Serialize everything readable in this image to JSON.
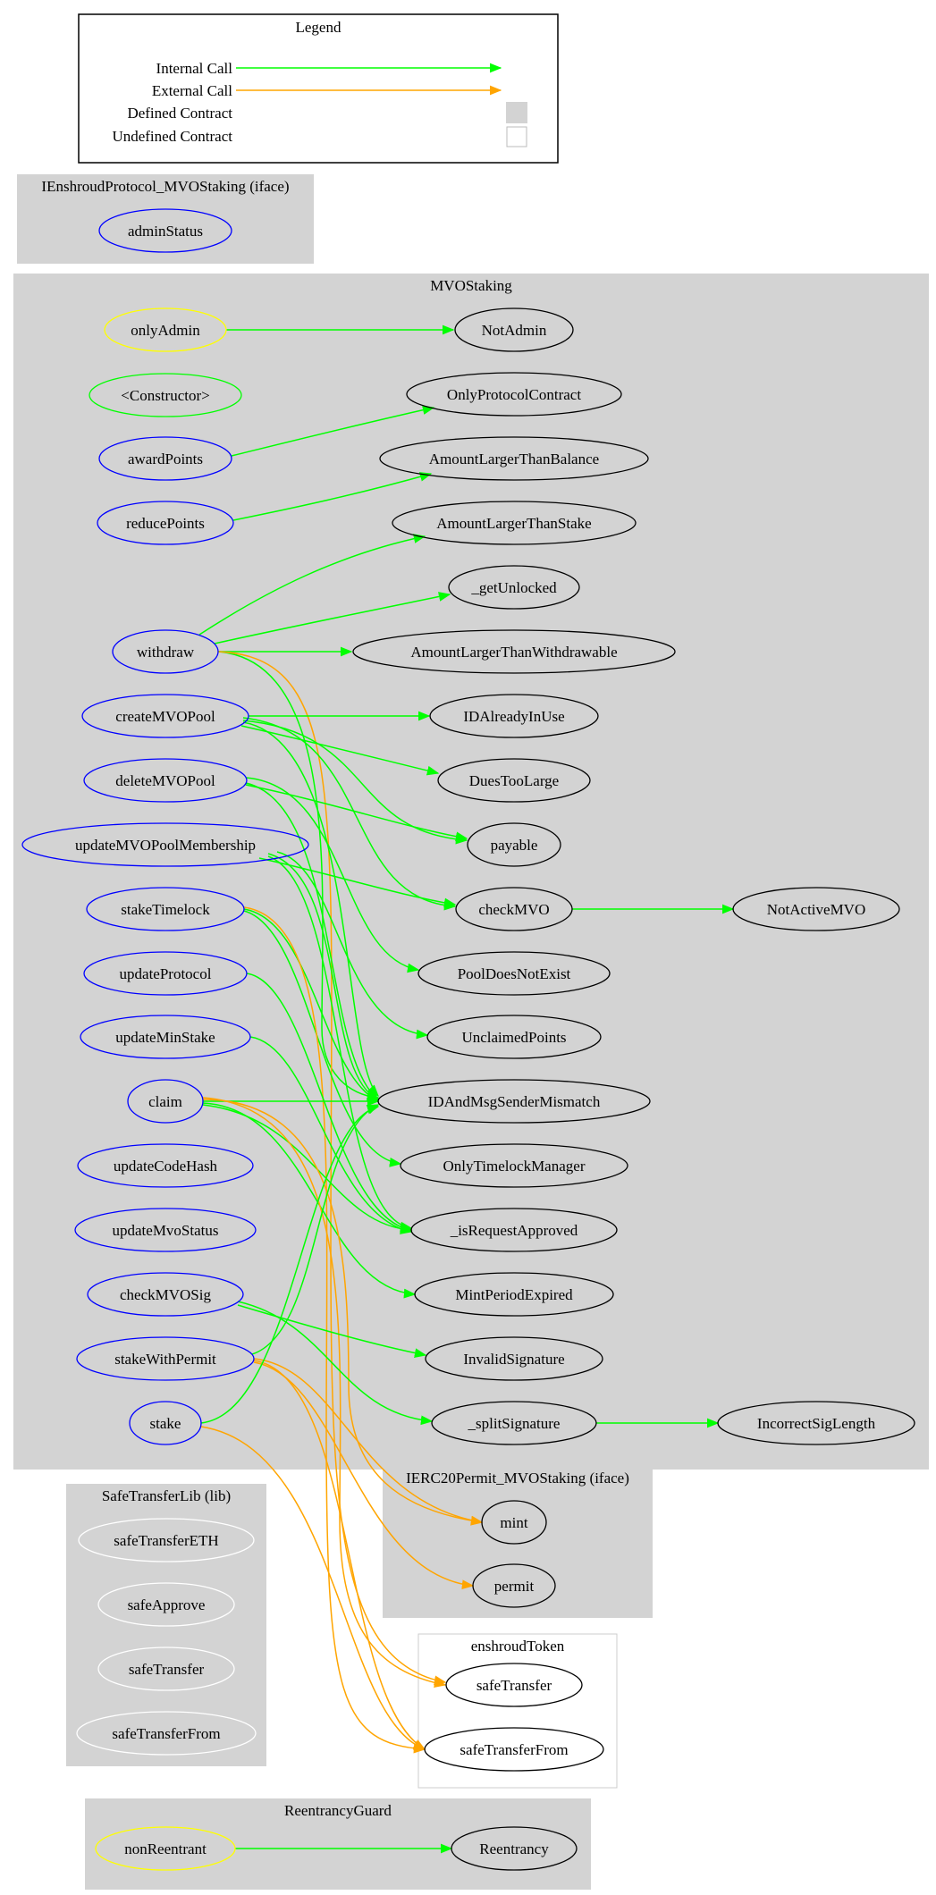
{
  "legend": {
    "title": "Legend",
    "internal_call": "Internal Call",
    "external_call": "External Call",
    "defined_contract": "Defined Contract",
    "undefined_contract": "Undefined Contract"
  },
  "colors": {
    "internal": "#00ff00",
    "external": "#ffa500",
    "public": "#0000ff",
    "modifier": "#ffff00",
    "constructor": "#00ff00",
    "cluster": "#d3d3d3"
  },
  "clusters": {
    "iface_protocol": "IEnshroudProtocol_MVOStaking  (iface)",
    "mvostaking": "MVOStaking",
    "safetransferlib": "SafeTransferLib  (lib)",
    "ierc20permit": "IERC20Permit_MVOStaking  (iface)",
    "enshroudtoken": "enshroudToken",
    "reentrancyguard": "ReentrancyGuard"
  },
  "nodes": {
    "adminStatus": "adminStatus",
    "onlyAdmin": "onlyAdmin",
    "constructor": "<Constructor>",
    "awardPoints": "awardPoints",
    "reducePoints": "reducePoints",
    "withdraw": "withdraw",
    "createMVOPool": "createMVOPool",
    "deleteMVOPool": "deleteMVOPool",
    "updateMVOPoolMembership": "updateMVOPoolMembership",
    "stakeTimelock": "stakeTimelock",
    "updateProtocol": "updateProtocol",
    "updateMinStake": "updateMinStake",
    "claim": "claim",
    "updateCodeHash": "updateCodeHash",
    "updateMvoStatus": "updateMvoStatus",
    "checkMVOSig": "checkMVOSig",
    "stakeWithPermit": "stakeWithPermit",
    "stake": "stake",
    "NotAdmin": "NotAdmin",
    "OnlyProtocolContract": "OnlyProtocolContract",
    "AmountLargerThanBalance": "AmountLargerThanBalance",
    "AmountLargerThanStake": "AmountLargerThanStake",
    "getUnlocked": "_getUnlocked",
    "AmountLargerThanWithdrawable": "AmountLargerThanWithdrawable",
    "IDAlreadyInUse": "IDAlreadyInUse",
    "DuesTooLarge": "DuesTooLarge",
    "payable": "payable",
    "checkMVO": "checkMVO",
    "NotActiveMVO": "NotActiveMVO",
    "PoolDoesNotExist": "PoolDoesNotExist",
    "UnclaimedPoints": "UnclaimedPoints",
    "IDAndMsgSenderMismatch": "IDAndMsgSenderMismatch",
    "OnlyTimelockManager": "OnlyTimelockManager",
    "isRequestApproved": "_isRequestApproved",
    "MintPeriodExpired": "MintPeriodExpired",
    "InvalidSignature": "InvalidSignature",
    "splitSignature": "_splitSignature",
    "IncorrectSigLength": "IncorrectSigLength",
    "safeTransferETH": "safeTransferETH",
    "safeApprove": "safeApprove",
    "lib_safeTransfer": "safeTransfer",
    "lib_safeTransferFrom": "safeTransferFrom",
    "mint": "mint",
    "permit": "permit",
    "tok_safeTransfer": "safeTransfer",
    "tok_safeTransferFrom": "safeTransferFrom",
    "nonReentrant": "nonReentrant",
    "Reentrancy": "Reentrancy"
  }
}
